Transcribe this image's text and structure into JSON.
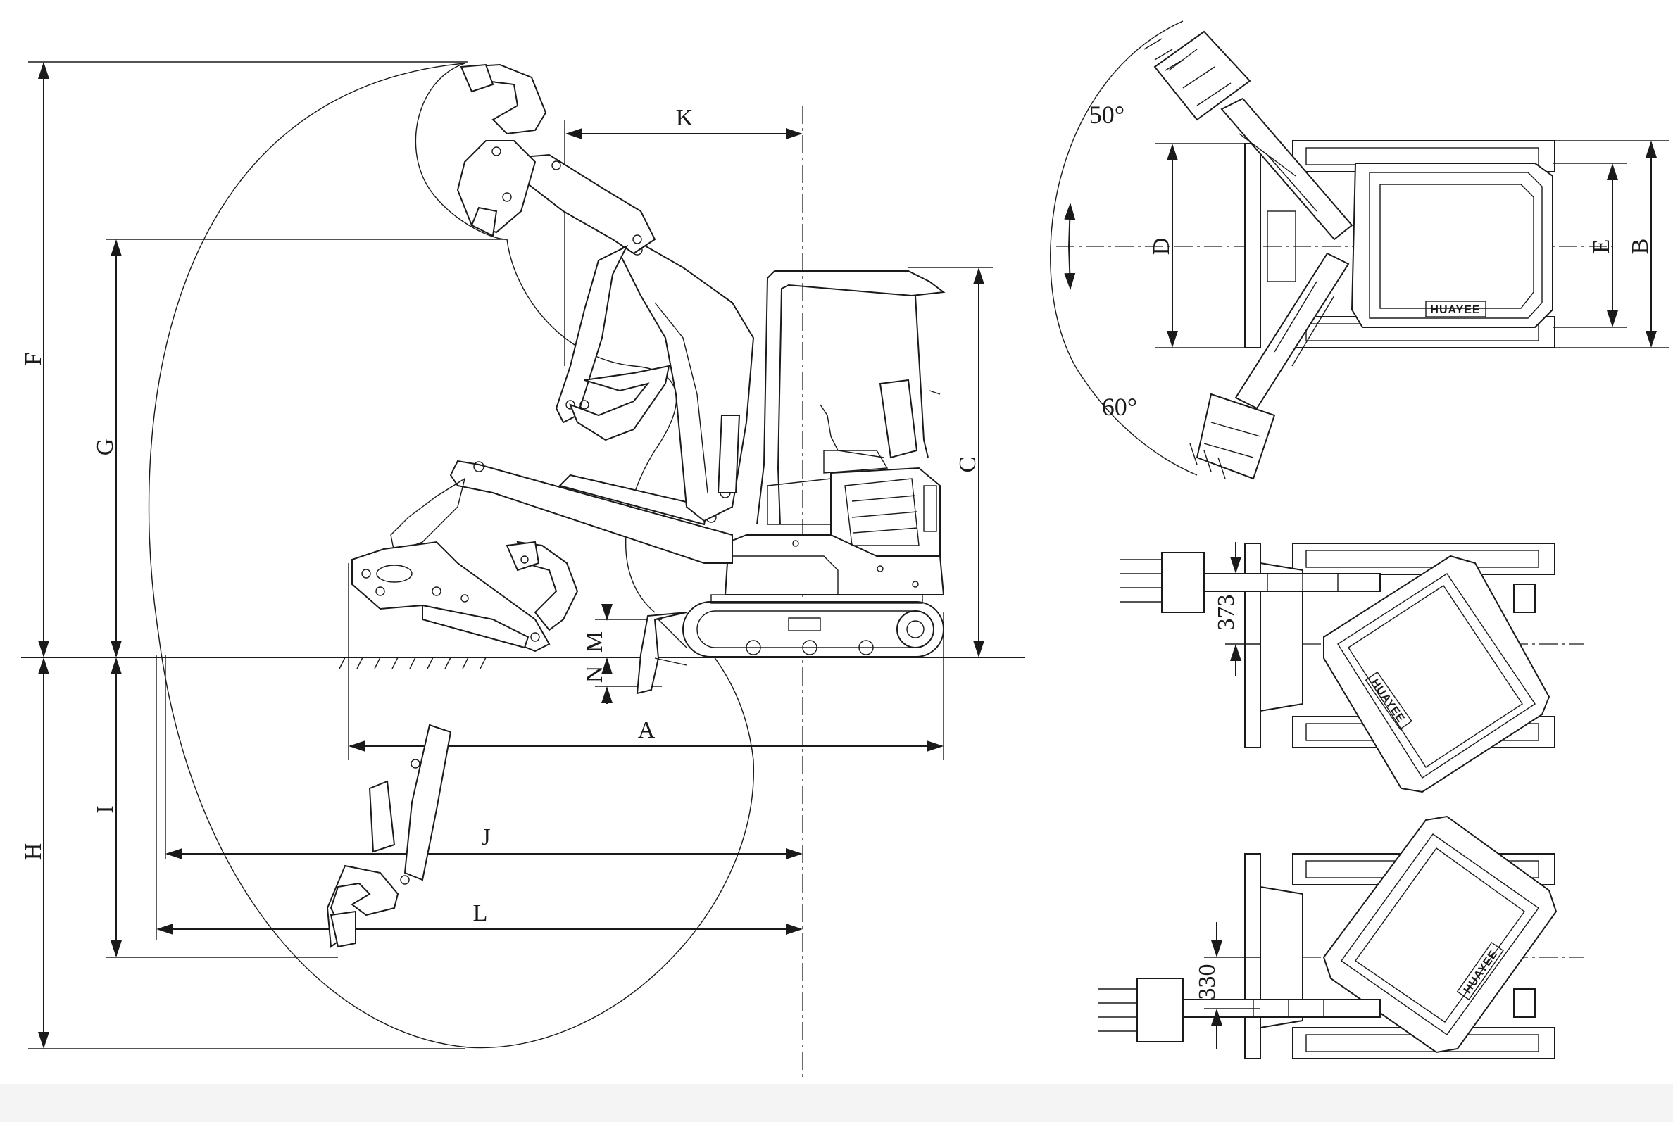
{
  "side_view": {
    "dimension_labels": {
      "A": "A",
      "C": "C",
      "F": "F",
      "G": "G",
      "H": "H",
      "I": "I",
      "J": "J",
      "K": "K",
      "L": "L",
      "M": "M",
      "N": "N"
    }
  },
  "top_view": {
    "dimension_labels": {
      "B": "B",
      "D": "D",
      "E": "E"
    },
    "angle_left": "50°",
    "angle_right": "60°",
    "brand": "HUAYEE"
  },
  "offset_view_1": {
    "offset_value": "373",
    "brand": "HUAYEE"
  },
  "offset_view_2": {
    "offset_value": "330",
    "brand": "HUAYEE"
  },
  "colors": {
    "line": "#1a1a1a",
    "background": "#ffffff"
  }
}
